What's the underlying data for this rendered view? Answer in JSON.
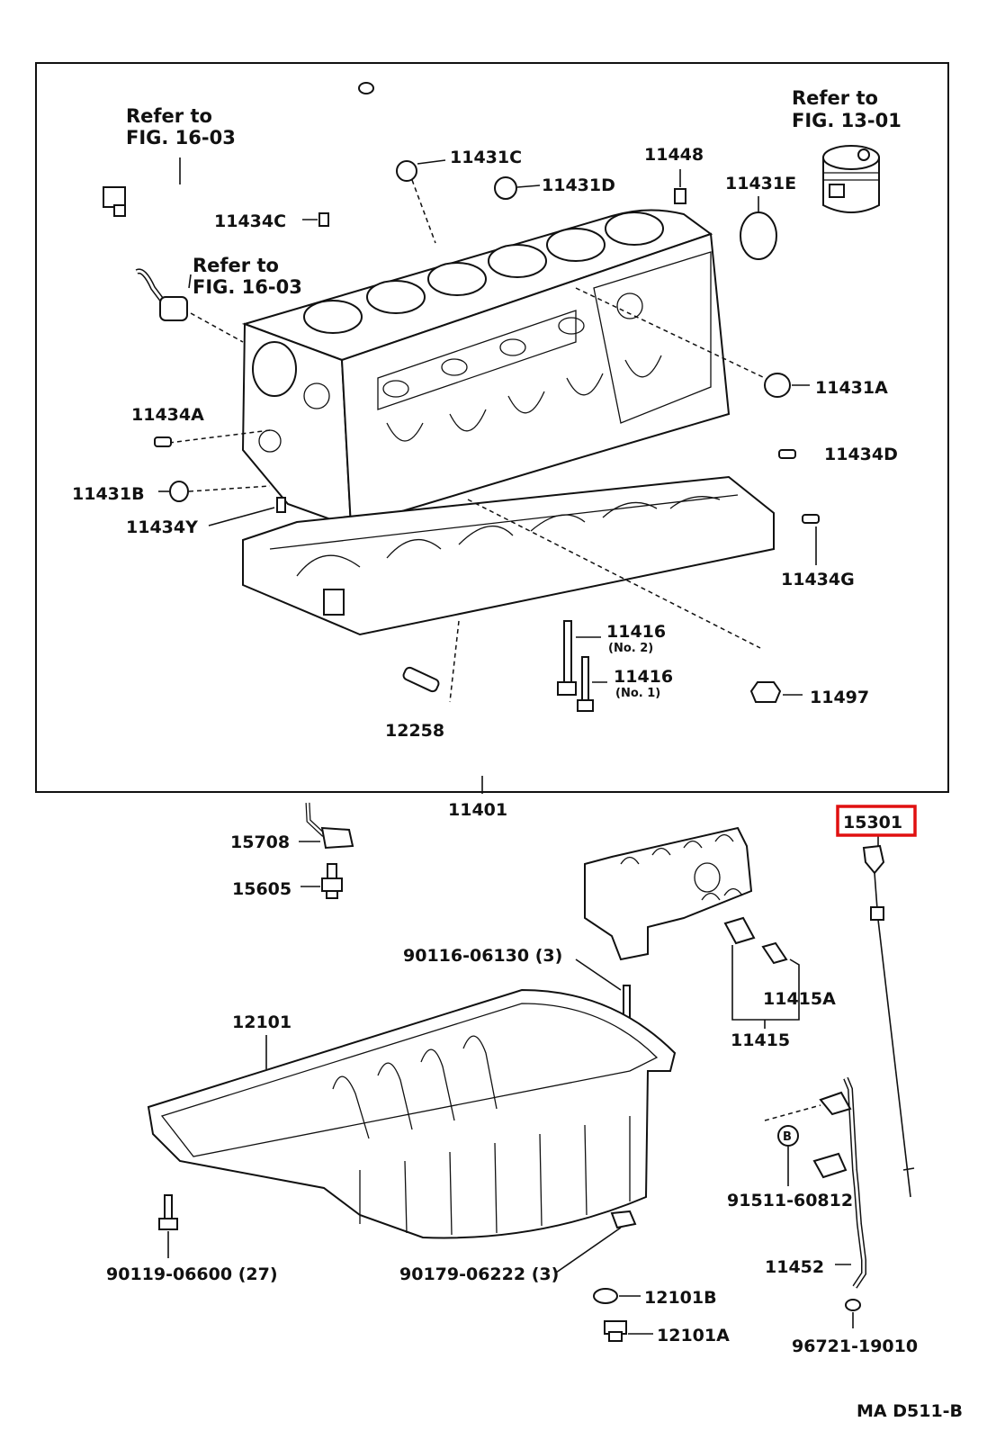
{
  "refs": {
    "ref_a_line1": "Refer to",
    "ref_a_line2": "FIG. 16-03",
    "ref_b_line1": "Refer to",
    "ref_b_line2": "FIG. 16-03",
    "ref_c_line1": "Refer to",
    "ref_c_line2": "FIG. 13-01"
  },
  "parts": {
    "p11431C": "11431C",
    "p11431D": "11431D",
    "p11448": "11448",
    "p11431E": "11431E",
    "p11434C": "11434C",
    "p11431A": "11431A",
    "p11434A": "11434A",
    "p11434D": "11434D",
    "p11431B": "11431B",
    "p11434Y": "11434Y",
    "p11434G": "11434G",
    "p11416a": "11416",
    "p11416a_note": "(No. 2)",
    "p11416b": "11416",
    "p11416b_note": "(No. 1)",
    "p11497": "11497",
    "p12258": "12258",
    "p11401": "11401",
    "p15301": "15301",
    "p15708": "15708",
    "p15605": "15605",
    "p90116": "90116-06130 (3)",
    "p11415A": "11415A",
    "p11415": "11415",
    "p12101": "12101",
    "p91511": "91511-60812",
    "p11452": "11452",
    "p90119": "90119-06600 (27)",
    "p90179": "90179-06222 (3)",
    "p12101B": "12101B",
    "p12101A": "12101A",
    "p96721": "96721-19010",
    "badge_b": "B"
  },
  "figure_code": "MA D511-B",
  "colors": {
    "highlight": "#e01010",
    "ink": "#111111",
    "background": "#ffffff"
  }
}
